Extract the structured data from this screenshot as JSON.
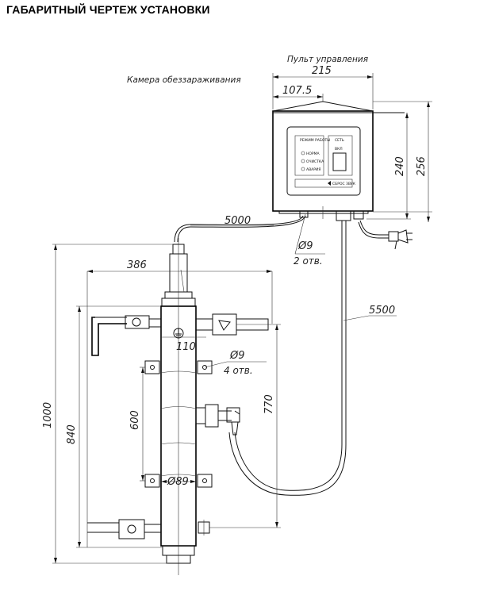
{
  "title": "ГАБАРИТНЫЙ ЧЕРТЕЖ УСТАНОВКИ",
  "labels": {
    "control_panel": "Пульт управления",
    "chamber": "Камера обеззараживания"
  },
  "dimensions": {
    "panel_width": "215",
    "panel_half": "107.5",
    "panel_h1": "240",
    "panel_h2": "256",
    "cable_top": "5000",
    "hole_dia": "Ø9",
    "hole_count": "2 отв.",
    "cable_side": "5500",
    "width_386": "386",
    "depth_110": "110",
    "hole_dia2": "Ø9",
    "hole_count2": "4 отв.",
    "height_600": "600",
    "height_770": "770",
    "height_840": "840",
    "height_1000": "1000",
    "tube_dia": "Ø89"
  },
  "panel_face": {
    "mode_title": "РЕЖИМ РАБОТЫ",
    "net_title": "СЕТЬ",
    "mode_items": [
      "НОРМА",
      "ОЧИСТКА",
      "АВАРИЯ"
    ],
    "switch_label": "ВКЛ",
    "reset_label": "СБРОС ЗВУК"
  }
}
